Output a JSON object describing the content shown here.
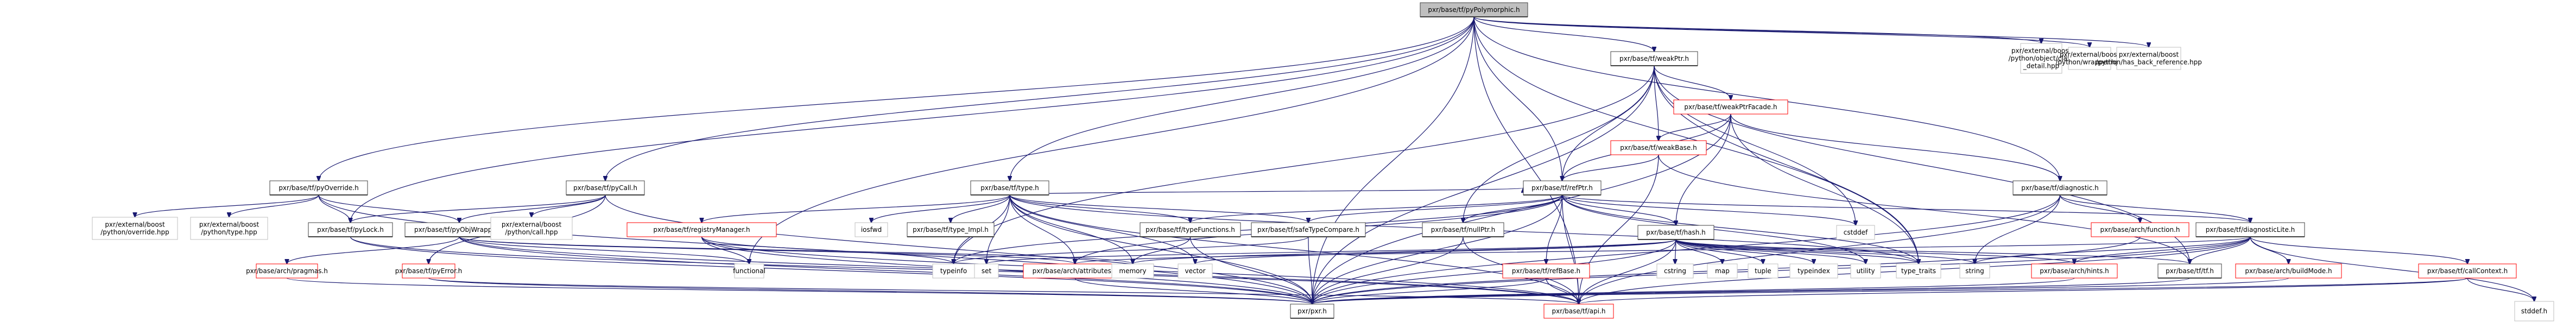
{
  "title": "pxr/base/tf/pyPolymorphic.h include dependency graph",
  "colors": {
    "edge": "#191970",
    "root_fill": "#bfbfbf",
    "root_border": "#404040",
    "documented_border": "#404040",
    "truncated_border": "#ff0000",
    "external_border": "#bfbfbf",
    "box_fill": "#ffffff"
  },
  "nodes": [
    {
      "id": "pyPolymorphic",
      "lines": [
        "pxr/base/tf/pyPolymorphic.h"
      ],
      "kind": "root"
    },
    {
      "id": "weakPtr",
      "lines": [
        "pxr/base/tf/weakPtr.h"
      ],
      "kind": "documented"
    },
    {
      "id": "classDetail",
      "lines": [
        "pxr/external/boost",
        "/python/object/class",
        "_detail.hpp"
      ],
      "kind": "external"
    },
    {
      "id": "wrapperHpp",
      "lines": [
        "pxr/external/boost",
        "/python/wrapper.hpp"
      ],
      "kind": "external"
    },
    {
      "id": "hasBackRef",
      "lines": [
        "pxr/external/boost",
        "/python/has_back_reference.hpp"
      ],
      "kind": "external"
    },
    {
      "id": "weakPtrFacade",
      "lines": [
        "pxr/base/tf/weakPtrFacade.h"
      ],
      "kind": "truncated"
    },
    {
      "id": "weakBase",
      "lines": [
        "pxr/base/tf/weakBase.h"
      ],
      "kind": "truncated"
    },
    {
      "id": "refPtr",
      "lines": [
        "pxr/base/tf/refPtr.h"
      ],
      "kind": "documented"
    },
    {
      "id": "diagnostic",
      "lines": [
        "pxr/base/tf/diagnostic.h"
      ],
      "kind": "documented"
    },
    {
      "id": "pyOverride",
      "lines": [
        "pxr/base/tf/pyOverride.h"
      ],
      "kind": "documented"
    },
    {
      "id": "pyCall",
      "lines": [
        "pxr/base/tf/pyCall.h"
      ],
      "kind": "documented"
    },
    {
      "id": "type",
      "lines": [
        "pxr/base/tf/type.h"
      ],
      "kind": "documented"
    },
    {
      "id": "overrideHpp",
      "lines": [
        "pxr/external/boost",
        "/python/override.hpp"
      ],
      "kind": "external"
    },
    {
      "id": "typeHpp",
      "lines": [
        "pxr/external/boost",
        "/python/type.hpp"
      ],
      "kind": "external"
    },
    {
      "id": "pyLock",
      "lines": [
        "pxr/base/tf/pyLock.h"
      ],
      "kind": "documented"
    },
    {
      "id": "pyObjWrapper",
      "lines": [
        "pxr/base/tf/pyObjWrapper.h"
      ],
      "kind": "documented"
    },
    {
      "id": "callHpp",
      "lines": [
        "pxr/external/boost",
        "/python/call.hpp"
      ],
      "kind": "external"
    },
    {
      "id": "registryManager",
      "lines": [
        "pxr/base/tf/registryManager.h"
      ],
      "kind": "truncated"
    },
    {
      "id": "iosfwd",
      "lines": [
        "iosfwd"
      ],
      "kind": "external"
    },
    {
      "id": "typeImpl",
      "lines": [
        "pxr/base/tf/type_Impl.h"
      ],
      "kind": "documented"
    },
    {
      "id": "typeFunctions",
      "lines": [
        "pxr/base/tf/typeFunctions.h"
      ],
      "kind": "documented"
    },
    {
      "id": "safeTypeCompare",
      "lines": [
        "pxr/base/tf/safeTypeCompare.h"
      ],
      "kind": "documented"
    },
    {
      "id": "nullPtr",
      "lines": [
        "pxr/base/tf/nullPtr.h"
      ],
      "kind": "documented"
    },
    {
      "id": "hash",
      "lines": [
        "pxr/base/tf/hash.h"
      ],
      "kind": "documented"
    },
    {
      "id": "cstddef",
      "lines": [
        "cstddef"
      ],
      "kind": "external"
    },
    {
      "id": "archFunction",
      "lines": [
        "pxr/base/arch/function.h"
      ],
      "kind": "truncated"
    },
    {
      "id": "diagnosticLite",
      "lines": [
        "pxr/base/tf/diagnosticLite.h"
      ],
      "kind": "documented"
    },
    {
      "id": "pragmas",
      "lines": [
        "pxr/base/arch/pragmas.h"
      ],
      "kind": "truncated"
    },
    {
      "id": "pyError",
      "lines": [
        "pxr/base/tf/pyError.h"
      ],
      "kind": "truncated"
    },
    {
      "id": "functional",
      "lines": [
        "functional"
      ],
      "kind": "external"
    },
    {
      "id": "typeinfo",
      "lines": [
        "typeinfo"
      ],
      "kind": "external"
    },
    {
      "id": "set",
      "lines": [
        "set"
      ],
      "kind": "external"
    },
    {
      "id": "attributes",
      "lines": [
        "pxr/base/arch/attributes.h"
      ],
      "kind": "truncated"
    },
    {
      "id": "memory",
      "lines": [
        "memory"
      ],
      "kind": "external"
    },
    {
      "id": "vector",
      "lines": [
        "vector"
      ],
      "kind": "external"
    },
    {
      "id": "refBase",
      "lines": [
        "pxr/base/tf/refBase.h"
      ],
      "kind": "truncated"
    },
    {
      "id": "cstring",
      "lines": [
        "cstring"
      ],
      "kind": "external"
    },
    {
      "id": "map",
      "lines": [
        "map"
      ],
      "kind": "external"
    },
    {
      "id": "tuple",
      "lines": [
        "tuple"
      ],
      "kind": "external"
    },
    {
      "id": "typeindex",
      "lines": [
        "typeindex"
      ],
      "kind": "external"
    },
    {
      "id": "utility",
      "lines": [
        "utility"
      ],
      "kind": "external"
    },
    {
      "id": "typeTraits",
      "lines": [
        "type_traits"
      ],
      "kind": "external"
    },
    {
      "id": "string",
      "lines": [
        "string"
      ],
      "kind": "external"
    },
    {
      "id": "hints",
      "lines": [
        "pxr/base/arch/hints.h"
      ],
      "kind": "truncated"
    },
    {
      "id": "tf",
      "lines": [
        "pxr/base/tf/tf.h"
      ],
      "kind": "documented"
    },
    {
      "id": "buildMode",
      "lines": [
        "pxr/base/arch/buildMode.h"
      ],
      "kind": "truncated"
    },
    {
      "id": "callContext",
      "lines": [
        "pxr/base/tf/callContext.h"
      ],
      "kind": "truncated"
    },
    {
      "id": "pxr",
      "lines": [
        "pxr/pxr.h"
      ],
      "kind": "documented"
    },
    {
      "id": "api",
      "lines": [
        "pxr/base/tf/api.h"
      ],
      "kind": "truncated"
    },
    {
      "id": "stddefH",
      "lines": [
        "stddef.h"
      ],
      "kind": "external"
    }
  ],
  "edges": [
    [
      "pyPolymorphic",
      "weakPtr"
    ],
    [
      "pyPolymorphic",
      "classDetail"
    ],
    [
      "pyPolymorphic",
      "wrapperHpp"
    ],
    [
      "pyPolymorphic",
      "hasBackRef"
    ],
    [
      "pyPolymorphic",
      "refPtr"
    ],
    [
      "pyPolymorphic",
      "diagnostic"
    ],
    [
      "pyPolymorphic",
      "pyOverride"
    ],
    [
      "pyPolymorphic",
      "pyCall"
    ],
    [
      "pyPolymorphic",
      "type"
    ],
    [
      "pyPolymorphic",
      "pyLock"
    ],
    [
      "pyPolymorphic",
      "typeTraits"
    ],
    [
      "pyPolymorphic",
      "pxr"
    ],
    [
      "pyPolymorphic",
      "api"
    ],
    [
      "pyPolymorphic",
      "functional"
    ],
    [
      "weakPtr",
      "weakPtrFacade"
    ],
    [
      "weakPtr",
      "weakBase"
    ],
    [
      "weakPtr",
      "refPtr"
    ],
    [
      "weakPtr",
      "nullPtr"
    ],
    [
      "weakPtr",
      "cstddef"
    ],
    [
      "weakPtr",
      "typeTraits"
    ],
    [
      "weakPtr",
      "tf"
    ],
    [
      "weakPtr",
      "pxr"
    ],
    [
      "weakPtr",
      "typeinfo"
    ],
    [
      "weakPtrFacade",
      "weakBase"
    ],
    [
      "weakPtrFacade",
      "refPtr"
    ],
    [
      "weakPtrFacade",
      "diagnostic"
    ],
    [
      "weakPtrFacade",
      "hash"
    ],
    [
      "weakPtrFacade",
      "typeTraits"
    ],
    [
      "weakPtrFacade",
      "pxr"
    ],
    [
      "weakBase",
      "refPtr"
    ],
    [
      "weakBase",
      "api"
    ],
    [
      "weakBase",
      "tf"
    ],
    [
      "refPtr",
      "diagnosticLite"
    ],
    [
      "refPtr",
      "nullPtr"
    ],
    [
      "refPtr",
      "refBase"
    ],
    [
      "refPtr",
      "safeTypeCompare"
    ],
    [
      "refPtr",
      "typeFunctions"
    ],
    [
      "refPtr",
      "hash"
    ],
    [
      "refPtr",
      "api"
    ],
    [
      "refPtr",
      "typeinfo"
    ],
    [
      "refPtr",
      "typeTraits"
    ],
    [
      "refPtr",
      "cstddef"
    ],
    [
      "refPtr",
      "attributes"
    ],
    [
      "refPtr",
      "pxr"
    ],
    [
      "refPtr",
      "utility"
    ],
    [
      "diagnostic",
      "archFunction"
    ],
    [
      "diagnostic",
      "diagnosticLite"
    ],
    [
      "diagnostic",
      "api"
    ],
    [
      "diagnostic",
      "string"
    ],
    [
      "diagnostic",
      "pxr"
    ],
    [
      "diagnosticLite",
      "hints"
    ],
    [
      "diagnosticLite",
      "tf"
    ],
    [
      "diagnosticLite",
      "buildMode"
    ],
    [
      "diagnosticLite",
      "callContext"
    ],
    [
      "diagnosticLite",
      "api"
    ],
    [
      "diagnosticLite",
      "pxr"
    ],
    [
      "diagnosticLite",
      "stddefH"
    ],
    [
      "diagnosticLite",
      "attributes"
    ],
    [
      "diagnosticLite",
      "string"
    ],
    [
      "callContext",
      "stddefH"
    ],
    [
      "callContext",
      "pxr"
    ],
    [
      "callContext",
      "api"
    ],
    [
      "archFunction",
      "pxr"
    ],
    [
      "pyOverride",
      "overrideHpp"
    ],
    [
      "pyOverride",
      "typeHpp"
    ],
    [
      "pyOverride",
      "pyLock"
    ],
    [
      "pyOverride",
      "pyObjWrapper"
    ],
    [
      "pyOverride",
      "pxr"
    ],
    [
      "pyCall",
      "callHpp"
    ],
    [
      "pyCall",
      "pyLock"
    ],
    [
      "pyCall",
      "pyObjWrapper"
    ],
    [
      "pyCall",
      "pyError"
    ],
    [
      "pyCall",
      "pxr"
    ],
    [
      "pyLock",
      "pxr"
    ],
    [
      "pyLock",
      "api"
    ],
    [
      "pyObjWrapper",
      "pragmas"
    ],
    [
      "pyObjWrapper",
      "api"
    ],
    [
      "pyObjWrapper",
      "pxr"
    ],
    [
      "pyObjWrapper",
      "functional"
    ],
    [
      "pyObjWrapper",
      "memory"
    ],
    [
      "pyObjWrapper",
      "attributes"
    ],
    [
      "pyError",
      "pxr"
    ],
    [
      "pyError",
      "api"
    ],
    [
      "type",
      "registryManager"
    ],
    [
      "type",
      "iosfwd"
    ],
    [
      "type",
      "typeImpl"
    ],
    [
      "type",
      "typeFunctions"
    ],
    [
      "type",
      "safeTypeCompare"
    ],
    [
      "type",
      "set"
    ],
    [
      "type",
      "typeinfo"
    ],
    [
      "type",
      "memory"
    ],
    [
      "type",
      "vector"
    ],
    [
      "type",
      "pxr"
    ],
    [
      "type",
      "api"
    ],
    [
      "type",
      "refPtr"
    ],
    [
      "type",
      "typeTraits"
    ],
    [
      "type",
      "attributes"
    ],
    [
      "registryManager",
      "functional"
    ],
    [
      "registryManager",
      "pxr"
    ],
    [
      "registryManager",
      "api"
    ],
    [
      "registryManager",
      "typeinfo"
    ],
    [
      "typeFunctions",
      "pxr"
    ],
    [
      "typeFunctions",
      "memory"
    ],
    [
      "safeTypeCompare",
      "pxr"
    ],
    [
      "safeTypeCompare",
      "typeinfo"
    ],
    [
      "nullPtr",
      "pxr"
    ],
    [
      "nullPtr",
      "api"
    ],
    [
      "refBase",
      "pxr"
    ],
    [
      "refBase",
      "api"
    ],
    [
      "hash",
      "cstring"
    ],
    [
      "hash",
      "map"
    ],
    [
      "hash",
      "tuple"
    ],
    [
      "hash",
      "typeindex"
    ],
    [
      "hash",
      "utility"
    ],
    [
      "hash",
      "typeTraits"
    ],
    [
      "hash",
      "string"
    ],
    [
      "hash",
      "set"
    ],
    [
      "hash",
      "vector"
    ],
    [
      "hash",
      "memory"
    ],
    [
      "hash",
      "pxr"
    ],
    [
      "hash",
      "api"
    ],
    [
      "hash",
      "hints"
    ],
    [
      "hash",
      "tf"
    ],
    [
      "attributes",
      "pxr"
    ],
    [
      "hints",
      "pxr"
    ],
    [
      "tf",
      "pxr"
    ],
    [
      "buildMode",
      "pxr"
    ],
    [
      "pragmas",
      "pxr"
    ]
  ]
}
